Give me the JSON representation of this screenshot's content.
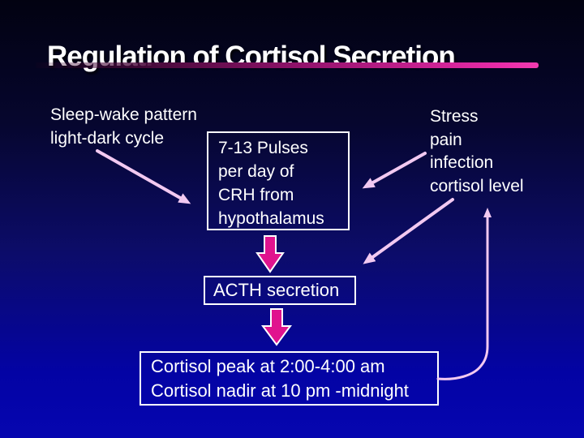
{
  "slide": {
    "title": "Regulation of Cortisol Secretion",
    "left_inputs": [
      "Sleep-wake pattern",
      "light-dark cycle"
    ],
    "crh_box_lines": [
      "7-13 Pulses",
      "per day of",
      "CRH from",
      "hypothalamus"
    ],
    "stimuli_lines": [
      "Stress",
      "pain",
      "infection",
      "cortisol level"
    ],
    "acth_box_label": "ACTH secretion",
    "cortisol_box_lines": [
      "Cortisol peak at 2:00-4:00 am",
      "Cortisol nadir at 10 pm -midnight"
    ],
    "arrows": {
      "sleep_to_crh": "sleep-wake inputs stimulate CRH pulses",
      "stress_to_crh": "stress stimuli act on CRH",
      "stress_to_acth": "stress stimuli act on ACTH secretion",
      "feedback_to_cortisol_level": "cortisol rhythm feeds back on cortisol level"
    },
    "colors": {
      "background_top": "#020211",
      "background_mid": "#0c0c6a",
      "background_bottom": "#0606b0",
      "text": "#ffffff",
      "box_border": "#ffffff",
      "underline_pink": "#e82ba8",
      "accent_magenta": "#e0138e",
      "arrow_pink": "#f2c9f1"
    }
  }
}
